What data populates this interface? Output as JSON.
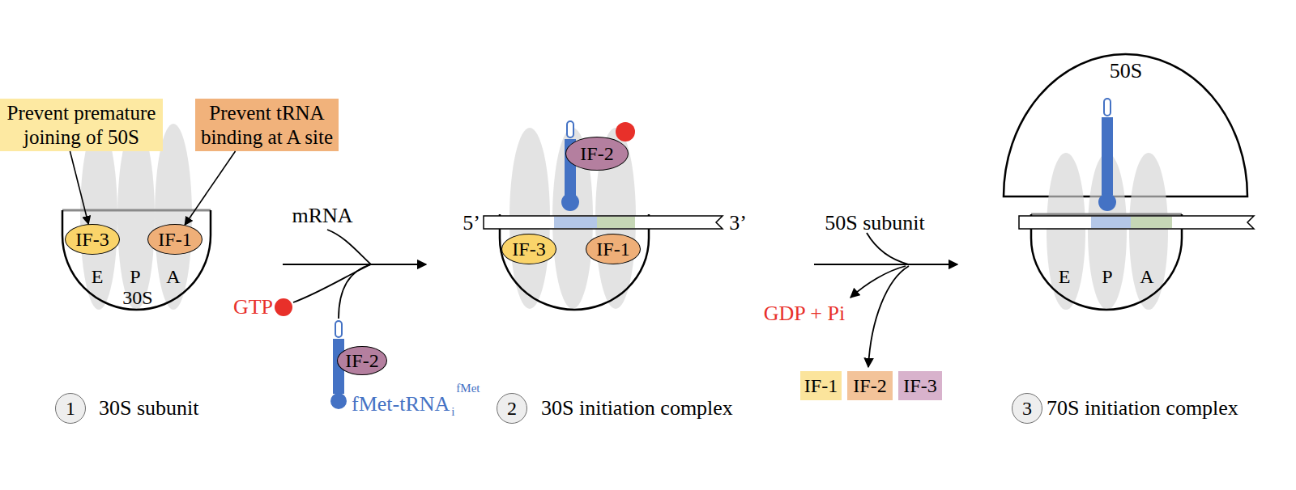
{
  "diagram": {
    "nodes": [
      {
        "text": [
          "Prevent premature joining of 50S"
        ]
      },
      {
        "text": [
          "Prevent tRNA binding at A site"
        ]
      },
      {
        "text": [
          "E",
          "P",
          "A",
          "30S"
        ]
      },
      {
        "text": [
          "IF-3"
        ],
        "in": 2
      },
      {
        "text": [
          "IF-1"
        ],
        "in": 2
      },
      {
        "text": [
          "1"
        ]
      },
      {
        "text": [
          "IF-2"
        ]
      },
      {
        "text": [
          "IF-2"
        ]
      },
      {
        "text": [
          "IF-3"
        ]
      },
      {
        "text": [
          "IF-1"
        ]
      },
      {
        "text": [
          "2"
        ]
      },
      {
        "text": [
          "IF-1"
        ]
      },
      {
        "text": [
          "IF-2"
        ]
      },
      {
        "text": [
          "IF-3"
        ]
      },
      {
        "text": [
          "50S"
        ]
      },
      {
        "text": [
          "E",
          "P",
          "A"
        ]
      },
      {
        "text": [
          "3"
        ]
      }
    ],
    "edges": [
      {
        "from": 0,
        "to": 3,
        "arrow": "to"
      },
      {
        "from": 1,
        "to": 4,
        "arrow": "to"
      }
    ],
    "labels": [
      "30S subunit",
      "mRNA",
      "GTP",
      "fMet-tRNA",
      "i",
      "fMet",
      "5’",
      "3’",
      "30S initiation complex",
      "50S subunit",
      "GDP + Pi",
      "70S initiation complex"
    ]
  }
}
